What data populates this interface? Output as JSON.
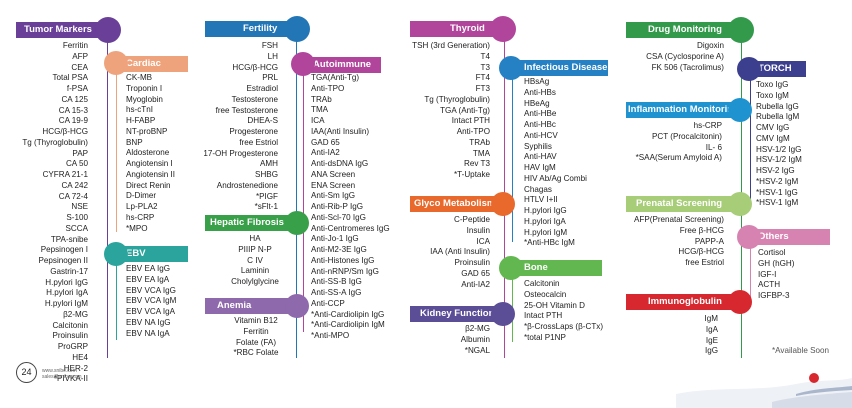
{
  "colors": {
    "purple": "#6a3f98",
    "orange": "#eea37c",
    "teal": "#2aa49c",
    "blue": "#2376b6",
    "green_dark": "#39a04a",
    "magenta": "#b1459c",
    "violet": "#8e69ab",
    "infect_blue": "#2581c4",
    "glyco": "#e8692b",
    "bone": "#63b751",
    "kidney": "#5b4d96",
    "drug": "#339a4c",
    "torch": "#3b3f8e",
    "inflam": "#1f93d0",
    "prenatal": "#a7cd78",
    "others": "#d783b1",
    "immuno": "#d8282f"
  },
  "col1": {
    "tumor": {
      "title": "Tumor Markers",
      "items": [
        "Ferritin",
        "AFP",
        "CEA",
        "Total PSA",
        "f-PSA",
        "CA 125",
        "CA 15-3",
        "CA 19-9",
        "HCG/β-HCG",
        "Tg (Thyroglobulin)",
        "PAP",
        "CA 50",
        "CYFRA 21-1",
        "CA 242",
        "CA 72-4",
        "NSE",
        "S-100",
        "SCCA",
        "TPA-snibe",
        "Pepsinogen I",
        "Pepsinogen II",
        "Gastrin-17",
        "H.pylori IgG",
        "H.pylori IgA",
        "H.pylori IgM",
        "β2-MG",
        "Calcitonin",
        "Proinsulin",
        "ProGRP",
        "HE4",
        "HER-2",
        "*PIVKA-II"
      ]
    },
    "cardiac": {
      "title": "Cardiac",
      "items": [
        "CK-MB",
        "Troponin I",
        "Myoglobin",
        "hs-cTnI",
        "H-FABP",
        "NT-proBNP",
        "BNP",
        "Aldosterone",
        "Angiotensin I",
        "Angiotensin II",
        "Direct Renin",
        "D-Dimer",
        "Lp-PLA2",
        "hs-CRP",
        "*MPO"
      ]
    },
    "ebv": {
      "title": "EBV",
      "items": [
        "EBV EA IgG",
        "EBV EA IgA",
        "EBV VCA IgG",
        "EBV VCA IgM",
        "EBV VCA IgA",
        "EBV NA IgG",
        "EBV NA IgA"
      ]
    }
  },
  "col2": {
    "fertility": {
      "title": "Fertility",
      "items": [
        "FSH",
        "LH",
        "HCG/β-HCG",
        "PRL",
        "Estradiol",
        "Testosterone",
        "free Testosterone",
        "DHEA-S",
        "Progesterone",
        "free Estriol",
        "17-OH Progesterone",
        "AMH",
        "SHBG",
        "Androstenedione",
        "*PIGF",
        "*sFlt-1"
      ]
    },
    "autoimmune": {
      "title": "Autoimmune",
      "items": [
        "TGA(Anti-Tg)",
        "Anti-TPO",
        "TRAb",
        "TMA",
        "ICA",
        "IAA(Anti Insulin)",
        "GAD 65",
        "Anti-IA2",
        "Anti-dsDNA IgG",
        "ANA Screen",
        "ENA Screen",
        "Anti-Sm IgG",
        "Anti-Rib-P IgG",
        "Anti-Scl-70 IgG",
        "Anti-Centromeres IgG",
        "Anti-Jo-1 IgG",
        "Anti-M2-3E IgG",
        "Anti-Histones IgG",
        "Anti-nRNP/Sm IgG",
        "Anti-SS-B IgG",
        "Anti-SS-A IgG",
        "Anti-CCP",
        "*Anti-Cardiolipin IgG",
        "*Anti-Cardiolipin IgM",
        "*Anti-MPO"
      ]
    },
    "hepatic": {
      "title": "Hepatic Fibrosis",
      "items": [
        "HA",
        "PIIIP N-P",
        "C IV",
        "Laminin",
        "Cholylglycine"
      ]
    },
    "anemia": {
      "title": "Anemia",
      "items": [
        "Vitamin B12",
        "Ferritin",
        "Folate (FA)",
        "*RBC Folate"
      ]
    }
  },
  "col3": {
    "thyroid": {
      "title": "Thyroid",
      "items": [
        "TSH (3rd Generation)",
        "T4",
        "T3",
        "FT4",
        "FT3",
        "Tg (Thyroglobulin)",
        "TGA (Anti-Tg)",
        "Intact PTH",
        "Anti-TPO",
        "TRAb",
        "TMA",
        "Rev T3",
        "*T-Uptake"
      ]
    },
    "infectious": {
      "title": "Infectious Disease",
      "items": [
        "HBsAg",
        "Anti-HBs",
        "HBeAg",
        "Anti-HBe",
        "Anti-HBc",
        "Anti-HCV",
        "Syphilis",
        "Anti-HAV",
        "HAV IgM",
        "HIV Ab/Ag Combi",
        "Chagas",
        "HTLV I+II",
        "H.pylori IgG",
        "H.pylori IgA",
        "H.pylori IgM",
        "*Anti-HBc IgM"
      ]
    },
    "glyco": {
      "title": "Glyco Metabolism",
      "items": [
        "C-Peptide",
        "Insulin",
        "ICA",
        "IAA (Anti Insulin)",
        "Proinsulin",
        "GAD 65",
        "Anti-IA2"
      ]
    },
    "bone": {
      "title": "Bone Metabolism",
      "items": [
        "Calcitonin",
        "Osteocalcin",
        "25-OH Vitamin D",
        "Intact PTH",
        "*β-CrossLaps (β-CTx)",
        "*total P1NP"
      ]
    },
    "kidney": {
      "title": "Kidney Function",
      "items": [
        "β2-MG",
        "Albumin",
        "*NGAL"
      ]
    }
  },
  "col4": {
    "drug": {
      "title": "Drug Monitoring",
      "items": [
        "Digoxin",
        "CSA (Cyclosporine A)",
        "FK 506 (Tacrolimus)"
      ]
    },
    "torch": {
      "title": "TORCH",
      "items": [
        "Toxo IgG",
        "Toxo IgM",
        "Rubella IgG",
        "Rubella IgM",
        "CMV IgG",
        "CMV IgM",
        "HSV-1/2 IgG",
        "HSV-1/2 IgM",
        "HSV-2 IgG",
        "*HSV-2 IgM",
        "*HSV-1 IgG",
        "*HSV-1 IgM"
      ]
    },
    "inflammation": {
      "title": "Inflammation Monitoring",
      "items": [
        "hs-CRP",
        "PCT (Procalcitonin)",
        "IL- 6",
        "*SAA(Serum Amyloid A)"
      ]
    },
    "prenatal": {
      "title": "Prenatal Screening",
      "items": [
        "AFP(Prenatal Screening)",
        "Free β-HCG",
        "PAPP-A",
        "HCG/β-HCG",
        "free Estriol"
      ]
    },
    "others": {
      "title": "Others",
      "items": [
        "Cortisol",
        "GH (hGH)",
        "IGF-I",
        "ACTH",
        "IGFBP-3"
      ]
    },
    "immuno": {
      "title": "Immunoglobulin",
      "items": [
        "IgM",
        "IgA",
        "IgE",
        "IgG"
      ]
    },
    "note": "*Available Soon"
  },
  "footer": {
    "page": "24",
    "line1": "www.snibe.com",
    "line2": "sales@snibe.com"
  }
}
